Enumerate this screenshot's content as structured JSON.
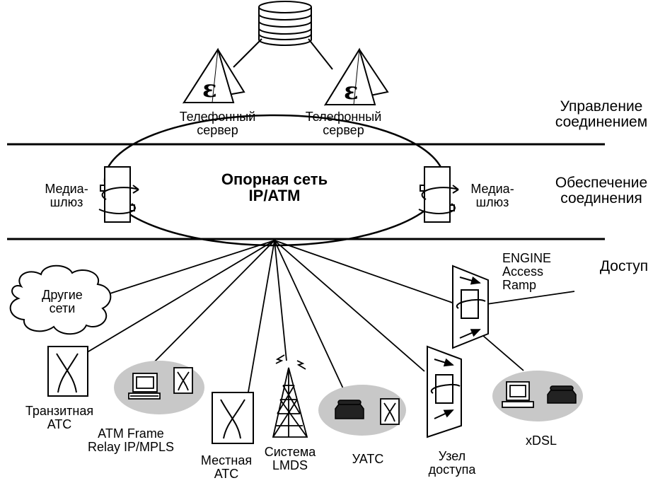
{
  "layers": {
    "control": "Управление соединением",
    "transport": "Обеспечение соединения",
    "access": "Доступ"
  },
  "core_network": "Опорная сеть IP/ATM",
  "nodes": {
    "telephone_server_left": "Телефонный сервер",
    "telephone_server_right": "Телефонный сервер",
    "media_gateway_left": "Медиа- шлюз",
    "media_gateway_right": "Медиа- шлюз",
    "other_networks": "Другие сети",
    "transit_exchange": "Транзитная АТС",
    "atm_fr_ip": "ATM Frame Relay IP/MPLS",
    "local_exchange": "Местная АТС",
    "lmds": "Система LMDS",
    "pbx": "УАТС",
    "access_node": "Узел доступа",
    "xdsl": "xDSL",
    "engine_access_ramp": "ENGINE Access Ramp"
  },
  "colors": {
    "line": "#000000",
    "gray_ellipse": "#c8c8c8",
    "background": "#ffffff"
  },
  "icons": [
    "database-icon",
    "server-pyramid-icon",
    "media-gateway-icon",
    "cloud-icon",
    "switch-icon",
    "computer-icon",
    "telephone-icon",
    "antenna-tower-icon",
    "access-node-icon"
  ]
}
